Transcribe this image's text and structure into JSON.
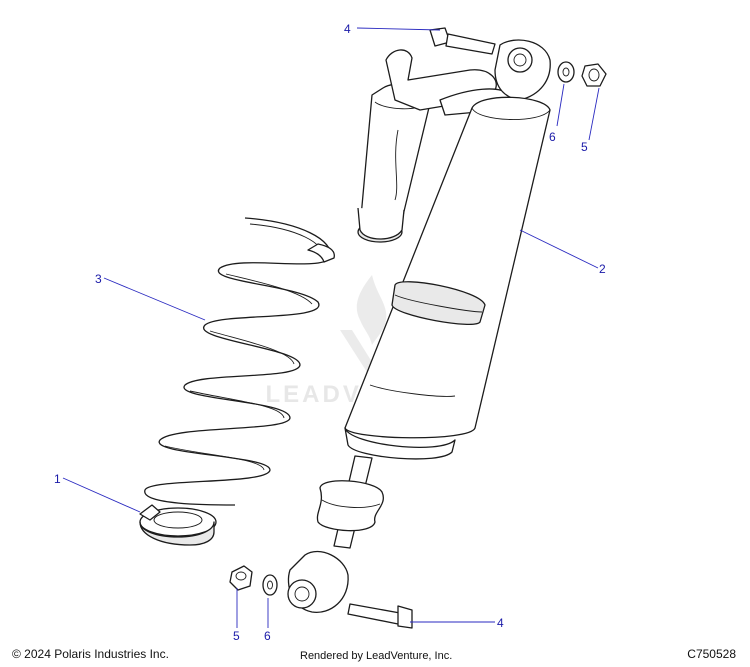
{
  "callouts": {
    "c1": "1",
    "c2": "2",
    "c3": "3",
    "c4_top": "4",
    "c4_bottom": "4",
    "c5_top": "5",
    "c5_bottom": "5",
    "c6_top": "6",
    "c6_bottom": "6"
  },
  "watermark": {
    "text": "LEADVENTURE"
  },
  "footer": {
    "copyright": "© 2024 Polaris Industries Inc.",
    "rendered_by": "Rendered by LeadVenture, Inc.",
    "figure_code": "C750528"
  },
  "colors": {
    "callout": "#1a1aa8",
    "outline": "#1c1c1c",
    "watermark": "#d8d8d8"
  }
}
